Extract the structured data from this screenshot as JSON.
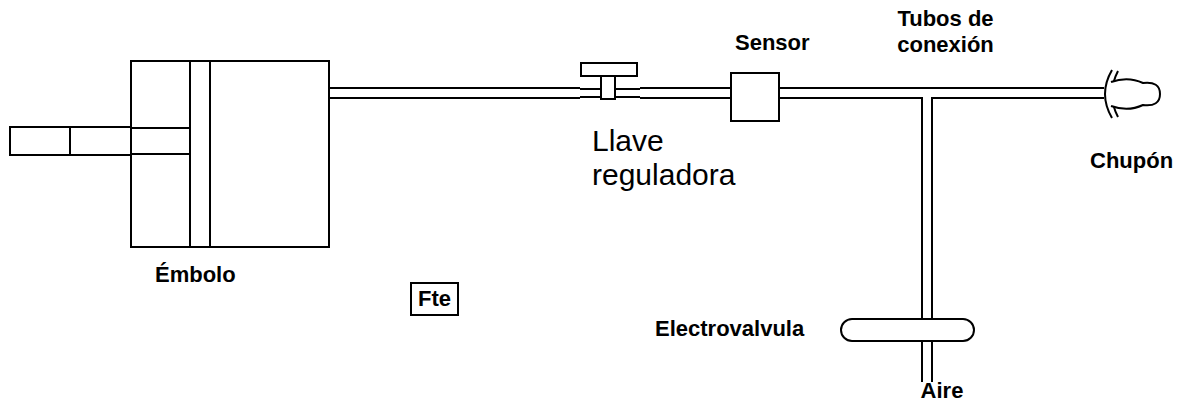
{
  "diagram": {
    "nodes": [
      {
        "text": [
          "Émbolo"
        ]
      },
      {
        "text": [
          "Llave reguladora"
        ]
      },
      {
        "text": [
          "Sensor"
        ]
      },
      {
        "text": [
          "Chupón"
        ]
      },
      {
        "text": [
          "Electrovalvula"
        ]
      },
      {
        "text": [
          "Fte"
        ]
      }
    ],
    "edges": [
      {
        "from": 0,
        "to": 1,
        "arrow": "none"
      },
      {
        "from": 1,
        "to": 2,
        "arrow": "none"
      },
      {
        "from": 2,
        "to": 3,
        "arrow": "none"
      },
      {
        "from": 2,
        "to": 4,
        "arrow": "none"
      }
    ],
    "labels": [
      "Tubos de conexión",
      "Aire"
    ]
  }
}
